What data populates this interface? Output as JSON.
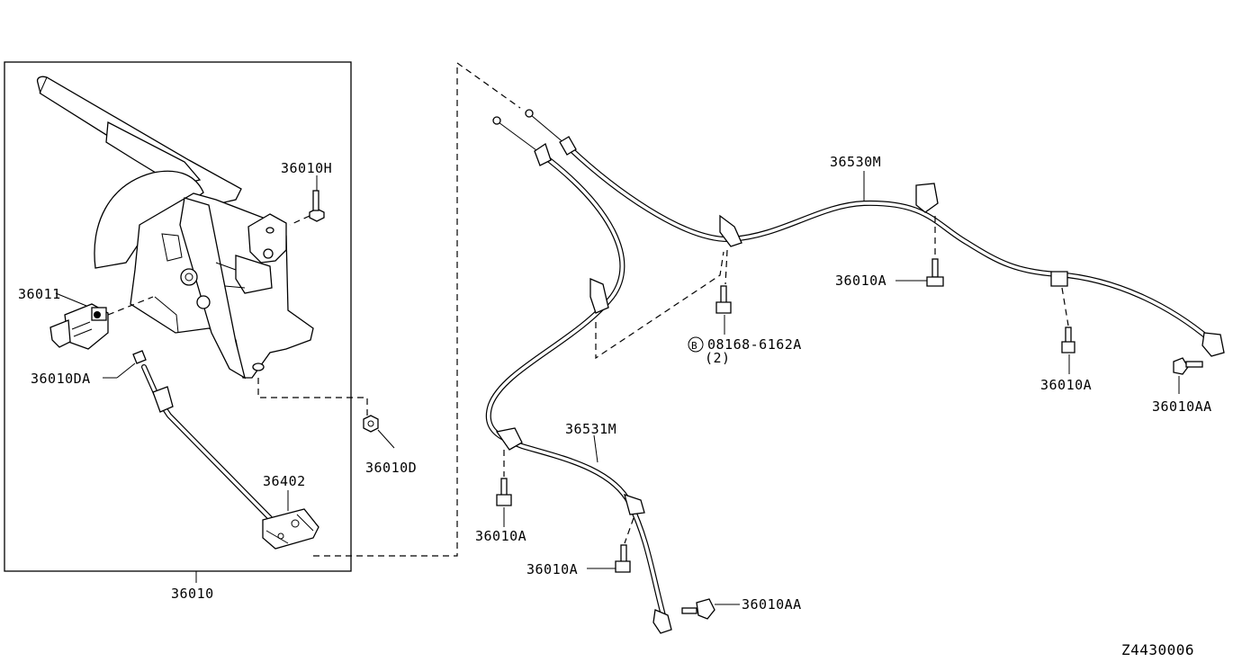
{
  "labels": {
    "assembly": "36010",
    "lever_bolt": "36010H",
    "switch": "36011",
    "clip_da": "36010DA",
    "nut_d": "36010D",
    "rod": "36402",
    "cable_front": "36530M",
    "cable_rear": "36531M",
    "bolt_a_1": "36010A",
    "bolt_a_2": "36010A",
    "bolt_a_3": "36010A",
    "bolt_a_4": "36010A",
    "bolt_aa_1": "36010AA",
    "bolt_aa_2": "36010AA",
    "std_bolt": "08168-6162A",
    "std_bolt_qty": "(2)",
    "std_bolt_symbol": "B",
    "diagram_id": "Z4430006"
  }
}
